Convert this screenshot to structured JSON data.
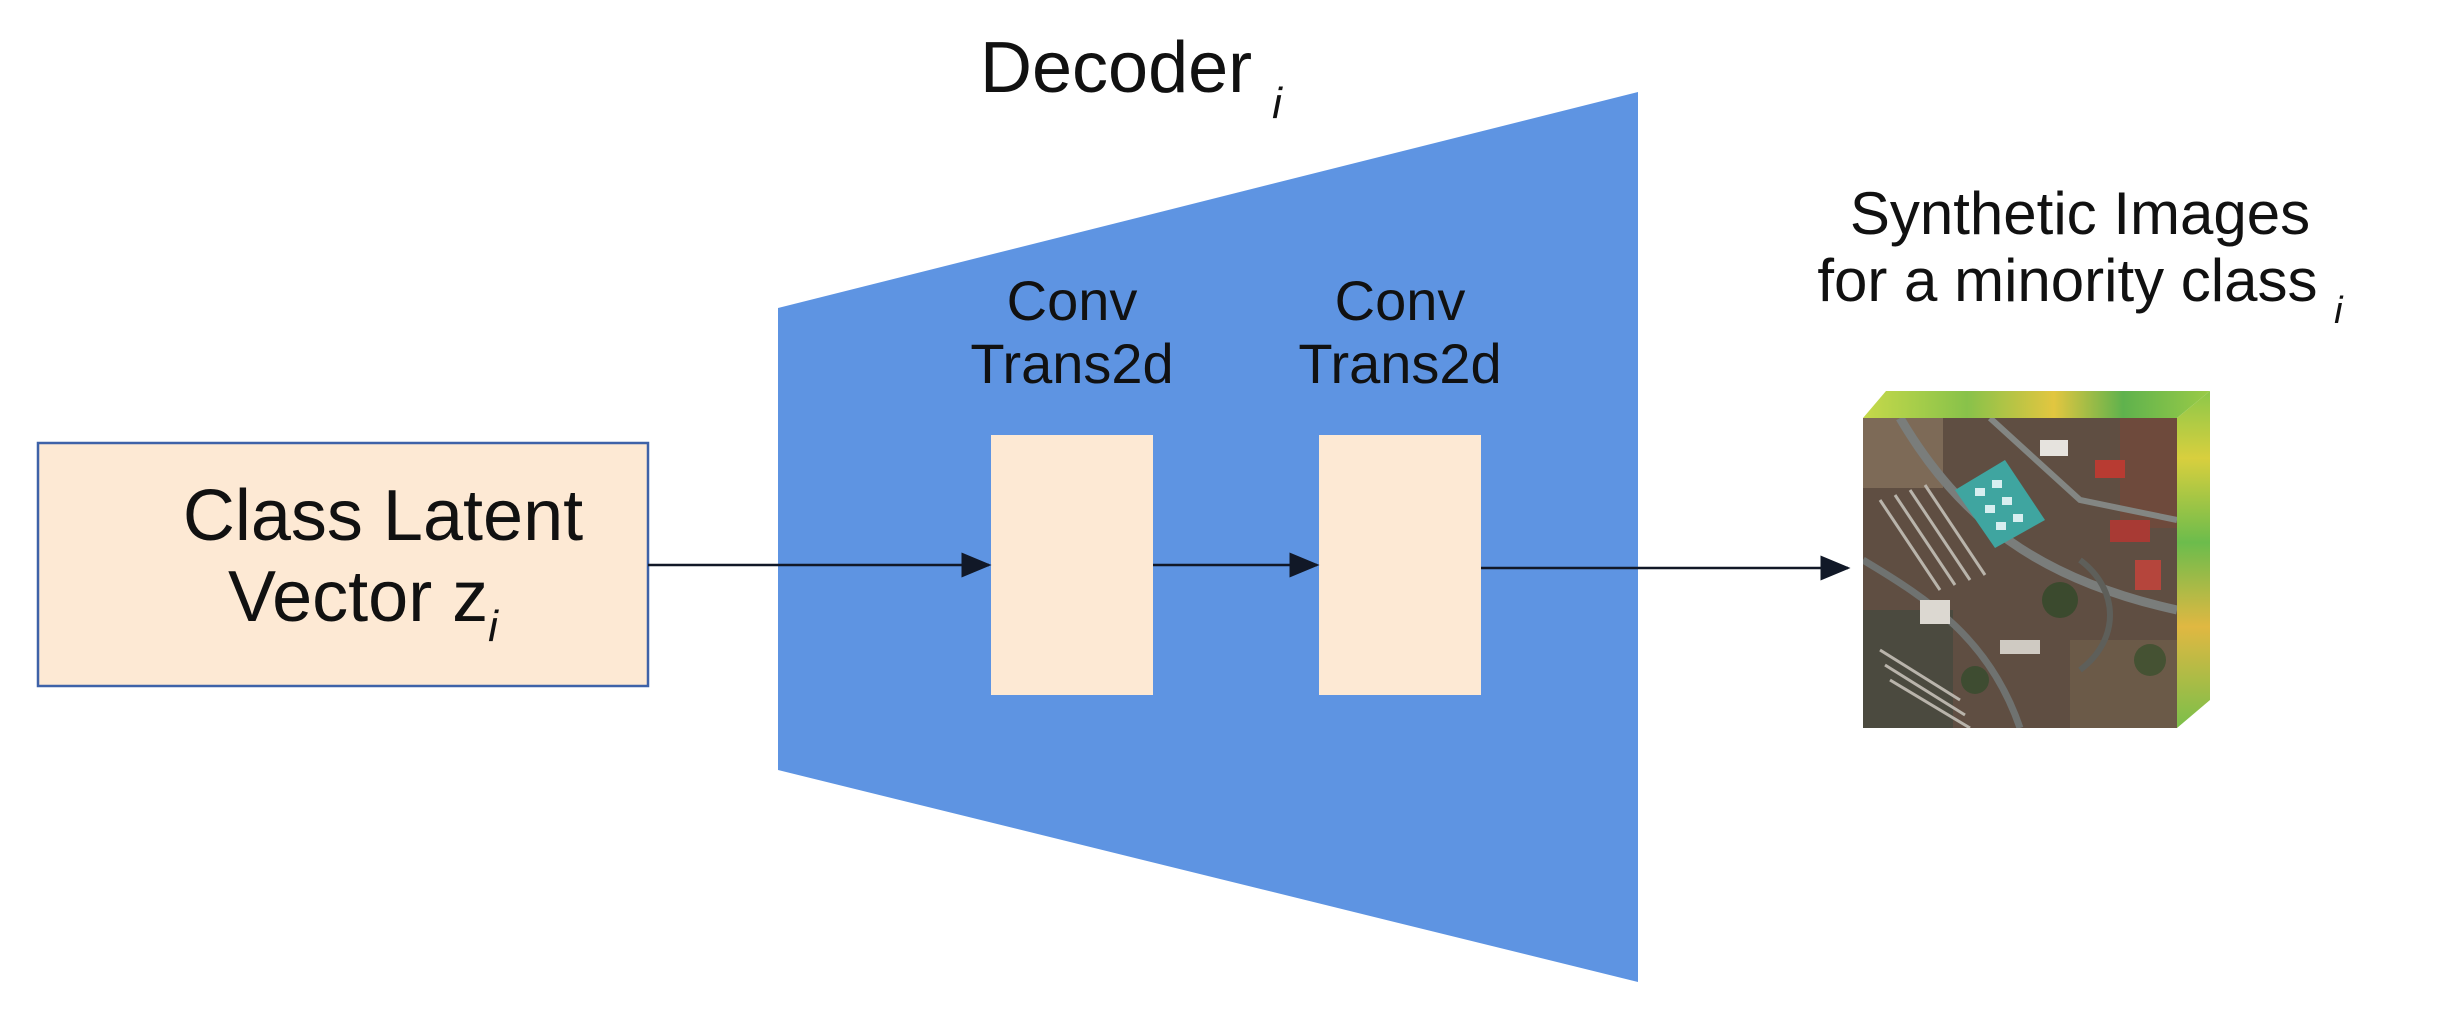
{
  "colors": {
    "background": "#ffffff",
    "decoder_fill": "#5e94e2",
    "box_fill": "#fde9d4",
    "box_border": "#3e62a8",
    "arrow": "#111827",
    "text": "#111111"
  },
  "decoder": {
    "title": "Decoder",
    "subscript": "i"
  },
  "input_box": {
    "line1": "Class Latent",
    "line2_prefix": "Vector z",
    "subscript": "i"
  },
  "layers": [
    {
      "line1": "Conv",
      "line2": "Trans2d"
    },
    {
      "line1": "Conv",
      "line2": "Trans2d"
    }
  ],
  "output": {
    "line1": "Synthetic Images",
    "line2_prefix": "for a minority class",
    "subscript": "i",
    "icon": "hyperspectral-image-cube-icon"
  }
}
